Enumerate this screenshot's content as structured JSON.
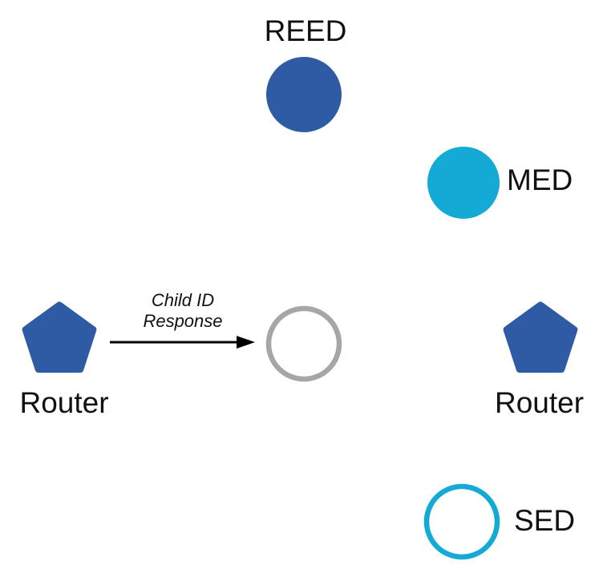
{
  "colors": {
    "node_blue": "#2F5BA5",
    "node_cyan": "#15A9D6",
    "joiner_gray": "#A6A6A6",
    "arrow_black": "#000000",
    "text": "#111111",
    "background": "#FFFFFF"
  },
  "nodes": {
    "reed": {
      "label": "REED",
      "shape": "filled-circle"
    },
    "med": {
      "label": "MED",
      "shape": "filled-circle"
    },
    "router_left": {
      "label": "Router",
      "shape": "pentagon"
    },
    "router_right": {
      "label": "Router",
      "shape": "pentagon"
    },
    "joiner": {
      "label": "",
      "shape": "outlined-circle"
    },
    "sed": {
      "label": "SED",
      "shape": "outlined-circle"
    }
  },
  "arrow": {
    "label_line1": "Child ID",
    "label_line2": "Response"
  }
}
